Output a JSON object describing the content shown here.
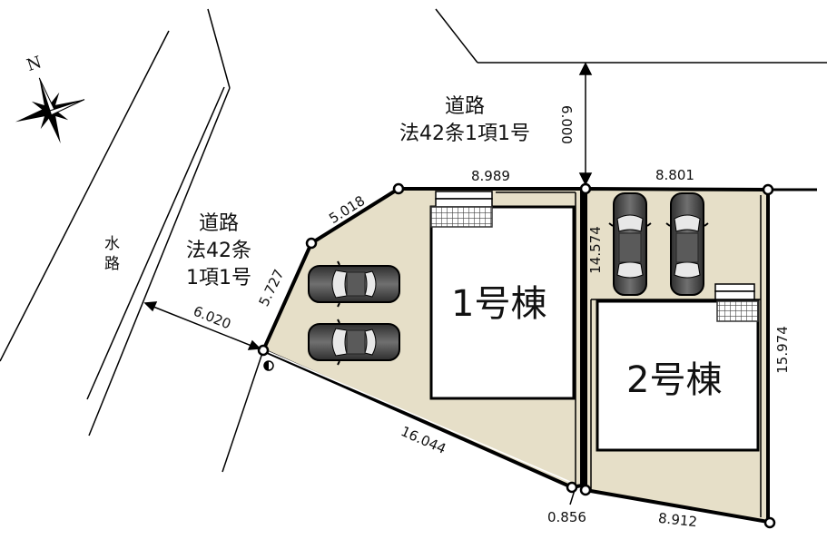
{
  "compass": {
    "label": "N",
    "icon": "compass-rose-icon"
  },
  "roads": {
    "north": {
      "line1": "道路",
      "line2": "法42条1項1号",
      "width": "6.000"
    },
    "west": {
      "line1": "道路",
      "line2": "法42条",
      "line3": "1項1号",
      "width": "6.020"
    },
    "canal": {
      "line1": "水",
      "line2": "路"
    }
  },
  "dimensions": {
    "top_left_edge": "8.989",
    "top_right_edge": "8.801",
    "diagonal_northwest": "5.018",
    "west_edge": "5.727",
    "south_west_edge": "16.044",
    "bottom_gap": "0.856",
    "south_east_edge": "8.912",
    "east_edge": "15.974",
    "lot2_driveway_depth": "14.574"
  },
  "buildings": [
    {
      "label": "1号棟"
    },
    {
      "label": "2号棟"
    }
  ],
  "colors": {
    "land": "#e6dfc8",
    "line": "#000000",
    "building": "#ffffff",
    "car_body": "#4a4a4a"
  }
}
